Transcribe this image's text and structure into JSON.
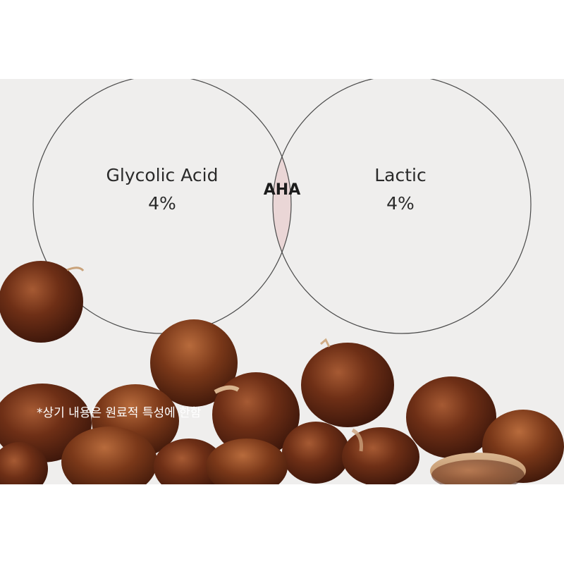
{
  "venn": {
    "left": {
      "name": "Glycolic Acid",
      "value": "4%"
    },
    "right": {
      "name": "Lactic",
      "value": "4%"
    },
    "overlap": {
      "label": "AHA"
    }
  },
  "disclaimer": "*상기 내용은 원료적 특성에 한함",
  "colors": {
    "panel_background": "#efeeed",
    "circle_stroke": "#4a4a4a",
    "overlap_fill": "#ead6d6",
    "chestnut": "#6b2e17"
  }
}
